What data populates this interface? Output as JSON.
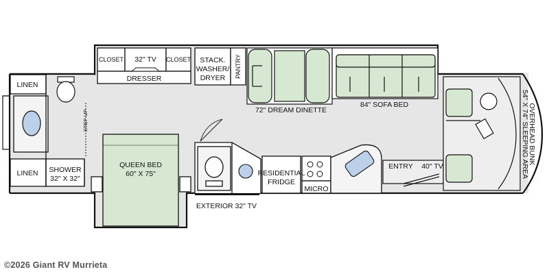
{
  "labels": {
    "linen_top": "LINEN",
    "linen_bottom": "LINEN",
    "shower_line1": "SHOWER",
    "shower_line2": "32\" X 32\"",
    "step_up": "STEP-UP",
    "closet_left": "CLOSET",
    "tv_32": "32\" TV",
    "closet_right": "CLOSET",
    "dresser": "DRESSER",
    "stack_line1": "STACK.",
    "stack_line2": "WASHER/",
    "stack_line3": "DRYER",
    "pantry": "PANTRY",
    "dinette": "72\" DREAM DINETTE",
    "sofa_bed": "84\" SOFA BED",
    "queen_bed_line1": "QUEEN BED",
    "queen_bed_line2": "60\" X 75\"",
    "fridge_line1": "RESIDENTIAL",
    "fridge_line2": "FRIDGE",
    "micro": "MICRO",
    "entry": "ENTRY",
    "tv_40": "40\" TV",
    "bunk_line1": "OVERHEAD BUNK",
    "bunk_line2": "54\" X 74\" SLEEPING AREA",
    "exterior_tv": "EXTERIOR 32\" TV"
  },
  "watermark": "©2026 Giant RV Murrieta",
  "colors": {
    "floor": "#e8e8e8",
    "furniture": "#d6e8d2",
    "wall": "#111111"
  }
}
